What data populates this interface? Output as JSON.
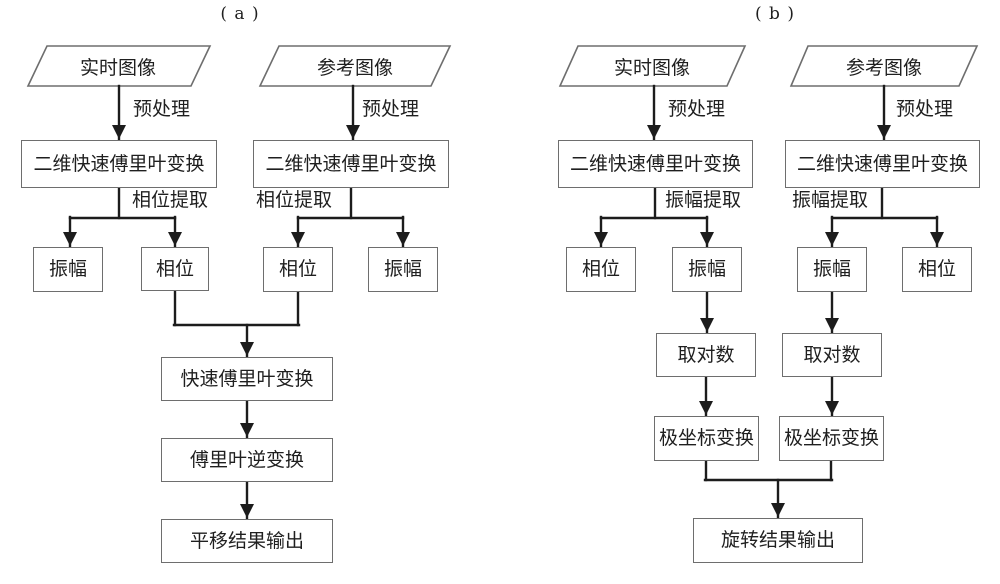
{
  "diagram_a": {
    "caption": "( a )",
    "realtime_image": "实时图像",
    "reference_image": "参考图像",
    "preprocess": "预处理",
    "fft2d": "二维快速傅里叶变换",
    "phase_extract": "相位提取",
    "amplitude": "振幅",
    "phase": "相位",
    "fft": "快速傅里叶变换",
    "inverse_fft": "傅里叶逆变换",
    "output": "平移结果输出"
  },
  "diagram_b": {
    "caption": "( b )",
    "realtime_image": "实时图像",
    "reference_image": "参考图像",
    "preprocess": "预处理",
    "fft2d": "二维快速傅里叶变换",
    "amplitude_extract": "振幅提取",
    "amplitude": "振幅",
    "phase": "相位",
    "take_log": "取对数",
    "polar_transform": "极坐标变换",
    "output": "旋转结果输出"
  },
  "colors": {
    "line": "#1c1c1c",
    "box_border": "#6e6e6e",
    "background": "#ffffff"
  }
}
